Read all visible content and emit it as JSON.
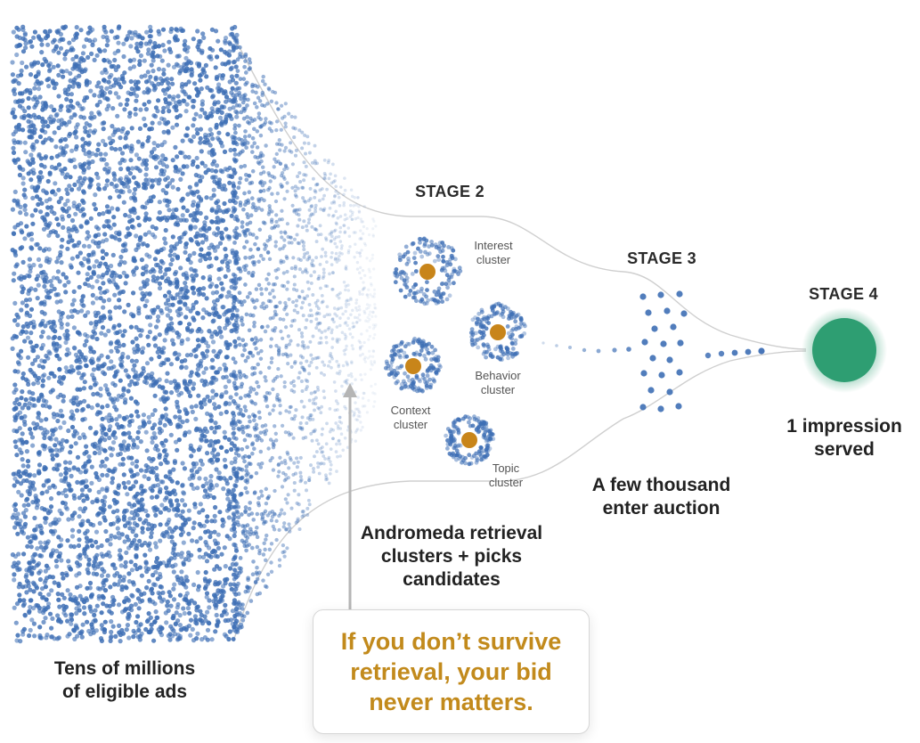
{
  "colors": {
    "dot_blue": "#3e6fb5",
    "cluster_center": "#c8851a",
    "final_green": "#2e9e72",
    "callout_text": "#c28a1c",
    "funnel_line": "#cfcfcf"
  },
  "stage1": {
    "label_line1": "Tens of millions",
    "label_line2": "of eligible ads"
  },
  "stage2": {
    "heading": "STAGE 2",
    "clusters": [
      {
        "line1": "Interest",
        "line2": "cluster"
      },
      {
        "line1": "Behavior",
        "line2": "cluster"
      },
      {
        "line1": "Context",
        "line2": "cluster"
      },
      {
        "line1": "Topic",
        "line2": "cluster"
      }
    ],
    "caption_line1": "Andromeda retrieval",
    "caption_line2": "clusters + picks",
    "caption_line3": "candidates"
  },
  "stage3": {
    "heading": "STAGE 3",
    "caption_line1": "A few thousand",
    "caption_line2": "enter auction"
  },
  "stage4": {
    "heading": "STAGE 4",
    "caption_line1": "1 impression",
    "caption_line2": "served"
  },
  "callout": {
    "line1": "If you don’t survive",
    "line2": "retrieval, your bid",
    "line3": "never matters."
  }
}
